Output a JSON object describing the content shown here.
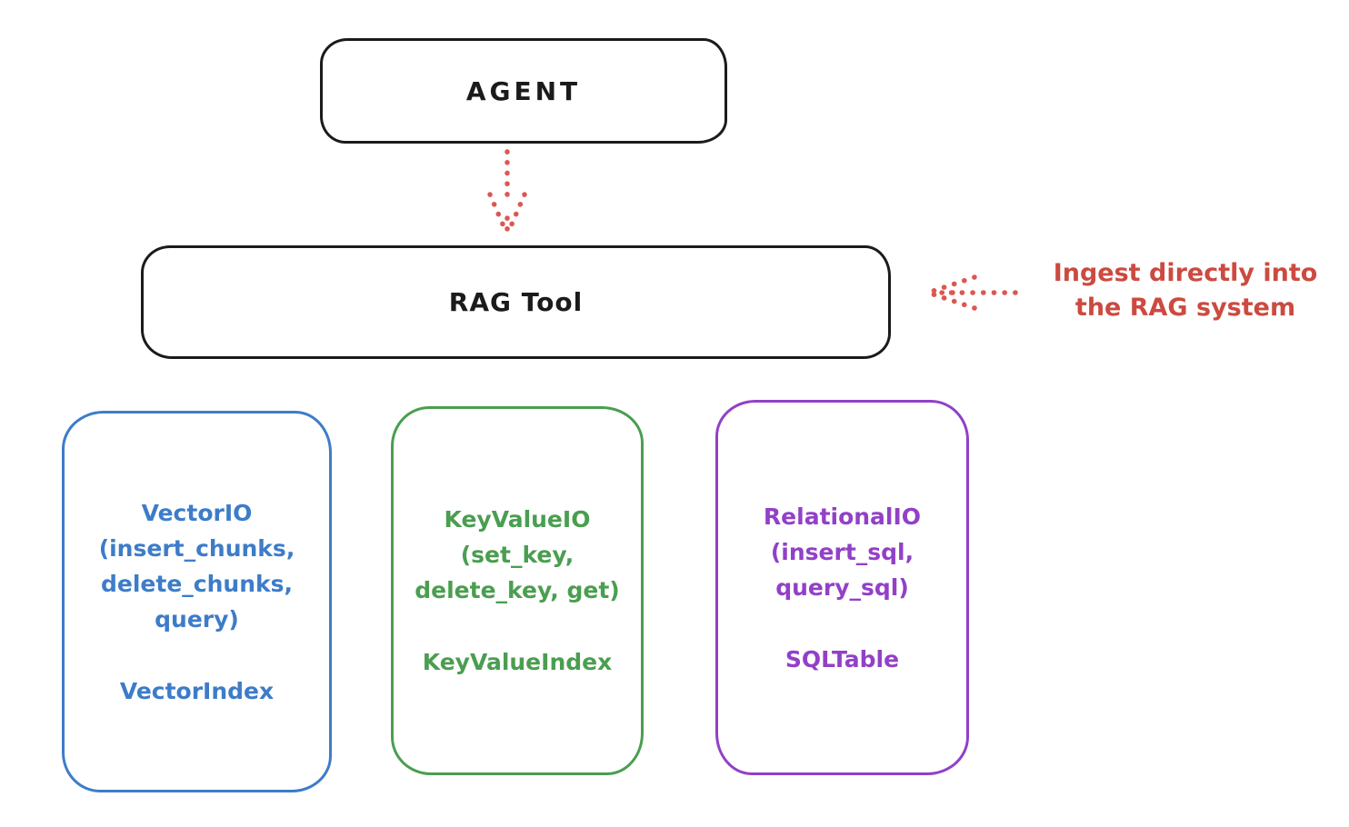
{
  "canvas": {
    "background": "#ffffff",
    "stroke_color": "#1b1b1b"
  },
  "agent_box": {
    "label": "AGENT"
  },
  "rag_tool_box": {
    "label": "RAG Tool"
  },
  "arrows": {
    "color": "#dd5752",
    "agent_to_rag": "dotted-arrow-down",
    "ingest_to_rag": "dotted-arrow-left"
  },
  "ingest_annotation": {
    "color": "#cc4a40",
    "lines": [
      "Ingest directly into",
      "the RAG system"
    ]
  },
  "io_boxes": [
    {
      "id": "vector-io",
      "color": "#3d7cc9",
      "title_lines": [
        "VectorIO",
        "(insert_chunks,",
        "delete_chunks,",
        "query)"
      ],
      "index_label": "VectorIndex"
    },
    {
      "id": "keyvalue-io",
      "color": "#4a9e50",
      "title_lines": [
        "KeyValueIO",
        "(set_key,",
        "delete_key, get)"
      ],
      "index_label": "KeyValueIndex"
    },
    {
      "id": "relational-io",
      "color": "#9240c8",
      "title_lines": [
        "RelationalIO",
        "(insert_sql,",
        "query_sql)"
      ],
      "index_label": "SQLTable"
    }
  ]
}
